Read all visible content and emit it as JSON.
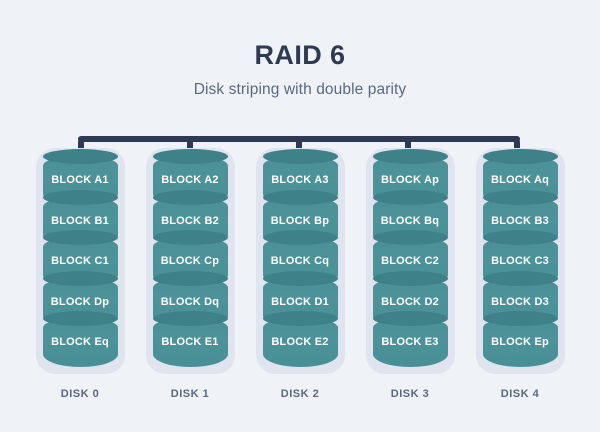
{
  "header": {
    "title": "RAID 6",
    "subtitle": "Disk striping with double parity"
  },
  "colors": {
    "background": "#eff2f7",
    "bus": "#2e3a52",
    "casing": "#dfe4ee",
    "cylinder_body": "#4d9299",
    "cylinder_cap": "#3f8189",
    "title_text": "#2e3a52",
    "subtitle_text": "#5b6881",
    "block_text": "#ffffff",
    "disk_label_text": "#5b6881"
  },
  "bus": {
    "name": "controller-bus",
    "drop_count": 5
  },
  "disks": [
    {
      "label": "DISK 0",
      "blocks": [
        "BLOCK A1",
        "BLOCK B1",
        "BLOCK C1",
        "BLOCK Dp",
        "BLOCK Eq"
      ]
    },
    {
      "label": "DISK 1",
      "blocks": [
        "BLOCK A2",
        "BLOCK B2",
        "BLOCK Cp",
        "BLOCK Dq",
        "BLOCK E1"
      ]
    },
    {
      "label": "DISK 2",
      "blocks": [
        "BLOCK A3",
        "BLOCK Bp",
        "BLOCK Cq",
        "BLOCK D1",
        "BLOCK E2"
      ]
    },
    {
      "label": "DISK 3",
      "blocks": [
        "BLOCK Ap",
        "BLOCK Bq",
        "BLOCK C2",
        "BLOCK D2",
        "BLOCK E3"
      ]
    },
    {
      "label": "DISK 4",
      "blocks": [
        "BLOCK Aq",
        "BLOCK B3",
        "BLOCK C3",
        "BLOCK D3",
        "BLOCK Ep"
      ]
    }
  ]
}
